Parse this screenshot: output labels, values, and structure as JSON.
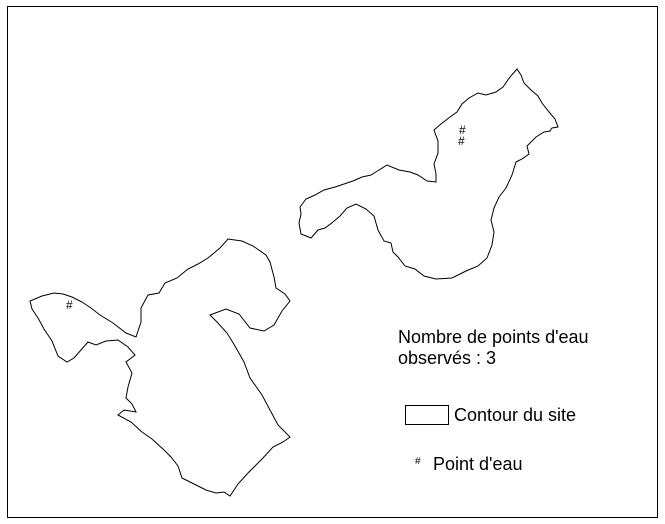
{
  "map": {
    "count_line1": "Nombre de points d'eau",
    "count_line2": "observés : 3",
    "legend": {
      "contour_label": "Contour du site",
      "water_label": "Point d'eau",
      "water_symbol": "#"
    },
    "colors": {
      "outline": "#000000",
      "background": "#ffffff"
    },
    "water_points": 3
  }
}
